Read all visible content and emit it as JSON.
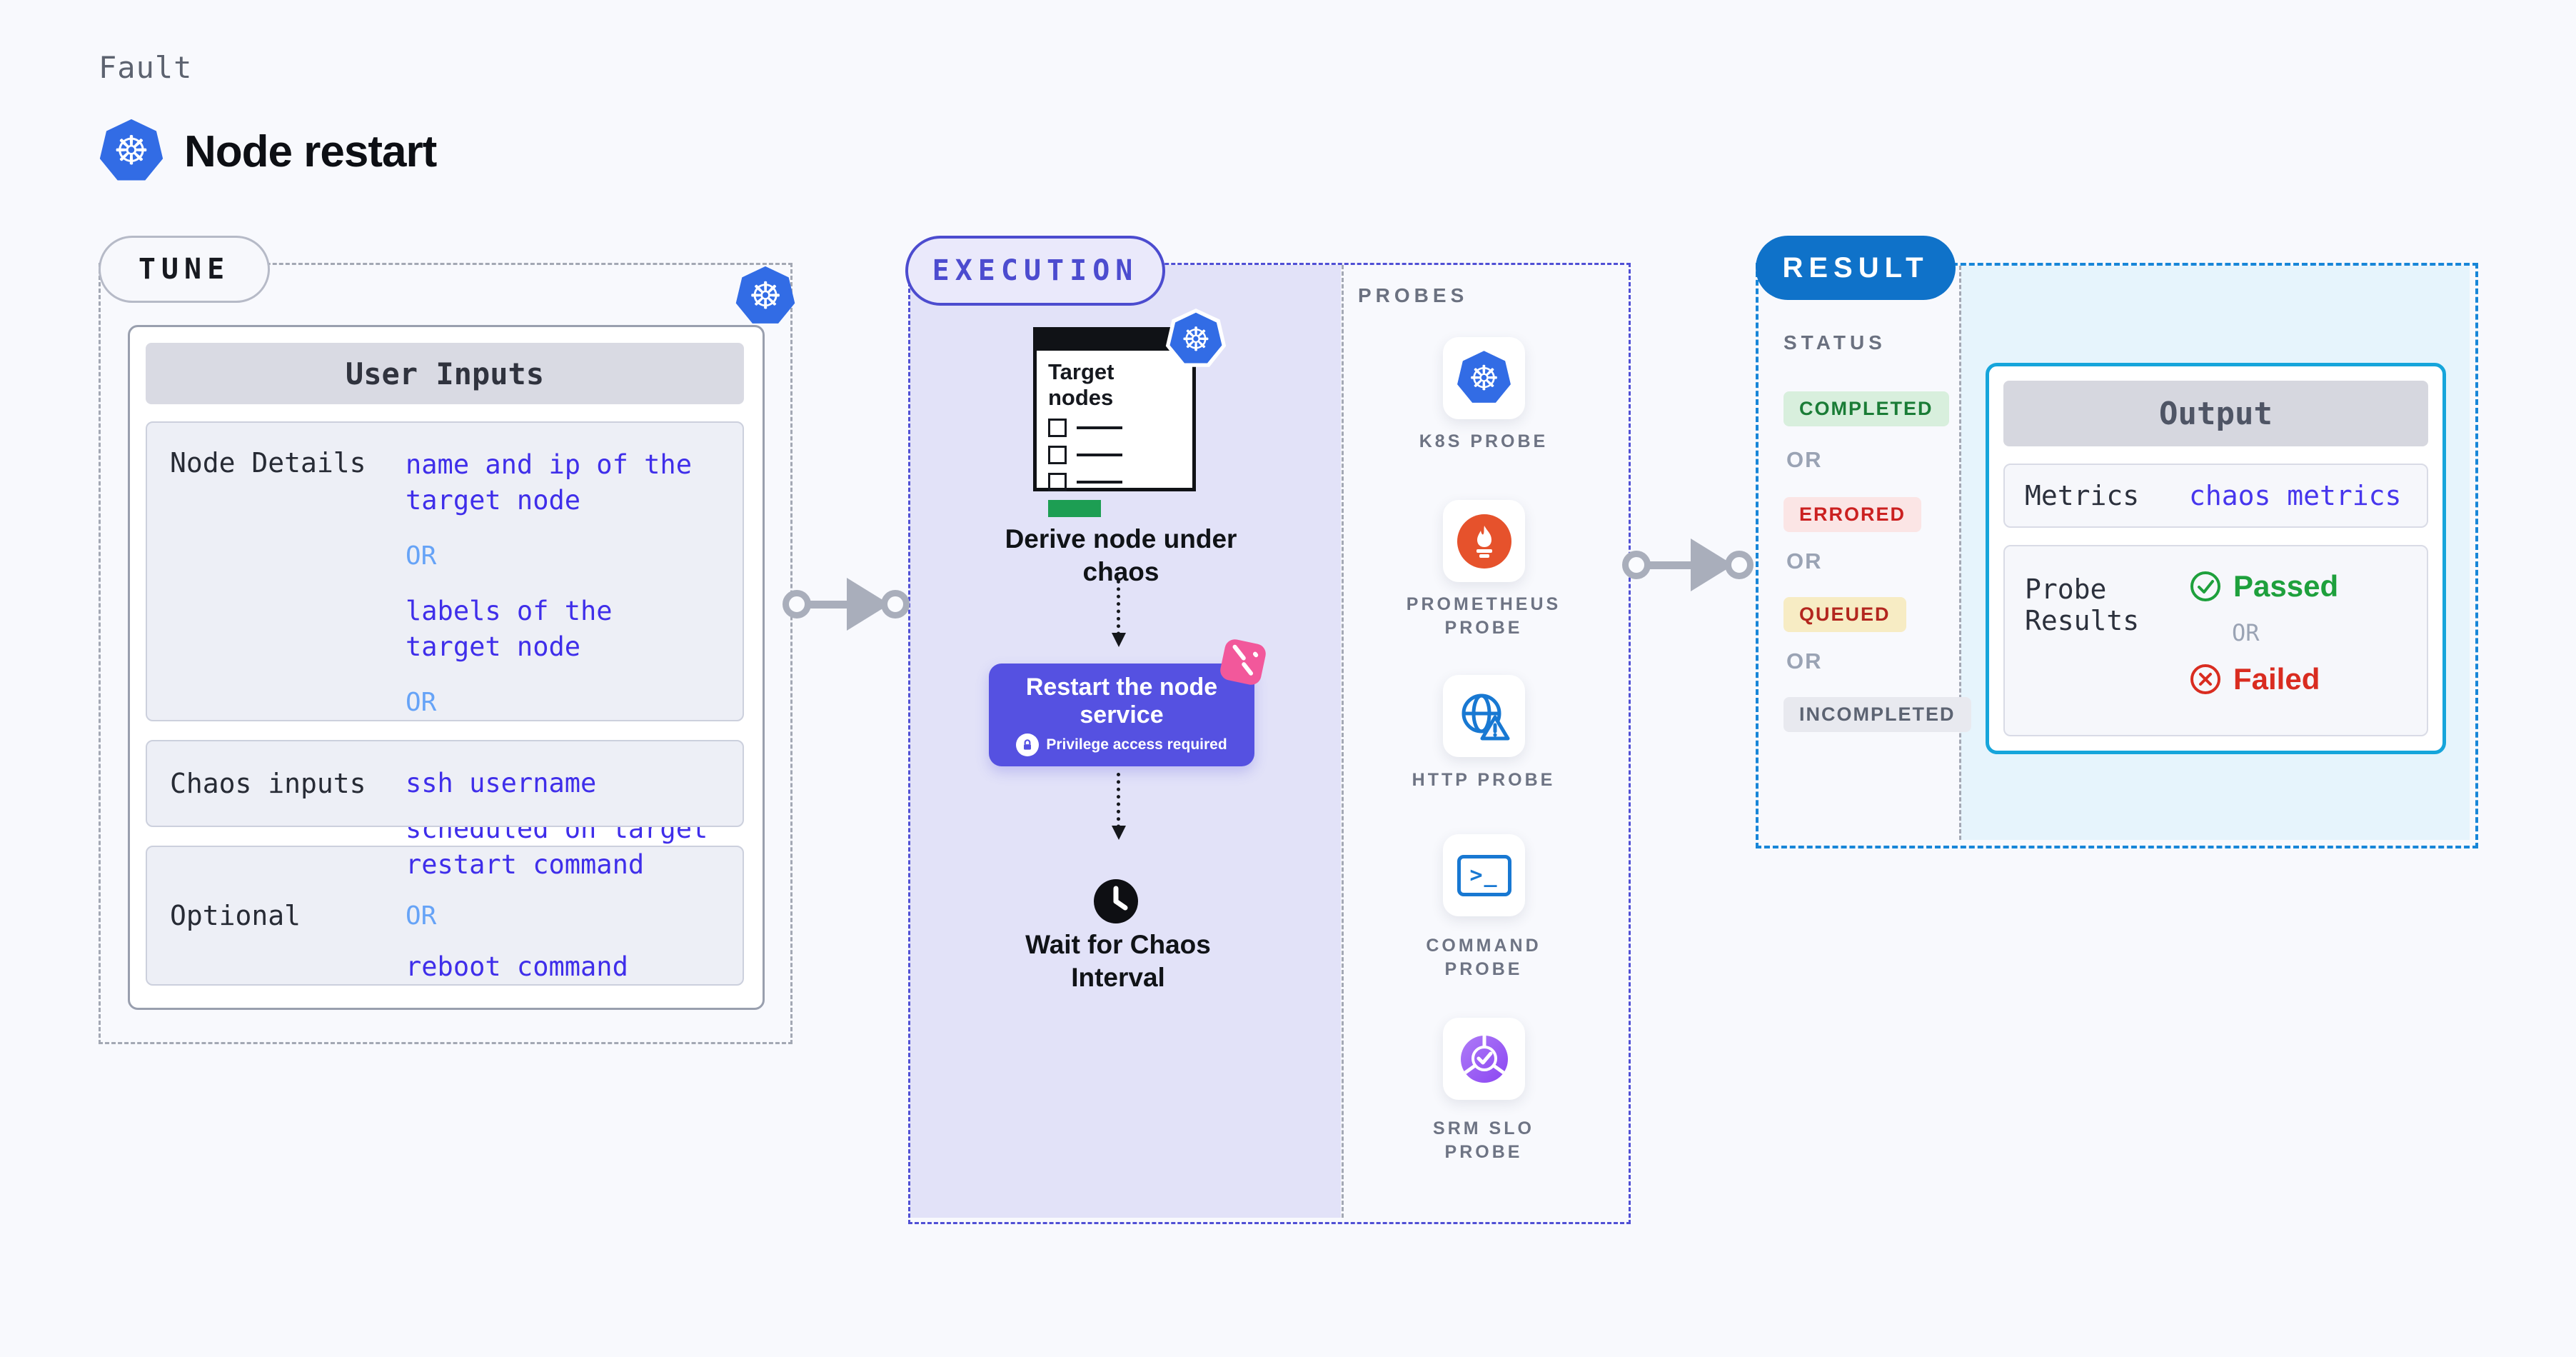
{
  "header": {
    "eyebrow": "Fault",
    "title": "Node restart"
  },
  "tune": {
    "pill": "TUNE",
    "table_header": "User Inputs",
    "rows": [
      {
        "label": "Node Details",
        "values": [
          "name and ip of the\ntarget node",
          "OR",
          "labels of the\ntarget node",
          "OR",
          "labels of the application\nscheduled on target node"
        ]
      },
      {
        "label": "Chaos inputs",
        "values": [
          "ssh username"
        ]
      },
      {
        "label": "Optional",
        "values": [
          "restart command",
          "OR",
          "reboot command"
        ]
      }
    ]
  },
  "execution": {
    "pill": "EXECUTION",
    "target_card_title": "Target nodes",
    "derive_caption": "Derive node under chaos",
    "action_title": "Restart the node service",
    "action_subtitle": "Privilege access required",
    "wait_caption": "Wait for Chaos Interval",
    "probes_title": "PROBES",
    "probes": [
      {
        "label": "K8S PROBE",
        "icon": "k8s-icon"
      },
      {
        "label": "PROMETHEUS\nPROBE",
        "icon": "prometheus-icon"
      },
      {
        "label": "HTTP PROBE",
        "icon": "http-probe-icon"
      },
      {
        "label": "COMMAND\nPROBE",
        "icon": "command-probe-icon"
      },
      {
        "label": "SRM SLO\nPROBE",
        "icon": "srm-slo-probe-icon"
      }
    ]
  },
  "result": {
    "pill": "RESULT",
    "status_title": "STATUS",
    "or_label": "OR",
    "statuses": [
      {
        "label": "COMPLETED"
      },
      {
        "label": "ERRORED"
      },
      {
        "label": "QUEUED"
      },
      {
        "label": "INCOMPLETED"
      }
    ],
    "output": {
      "header": "Output",
      "metrics_label": "Metrics",
      "metrics_value": "chaos metrics",
      "probe_results_label": "Probe Results",
      "passed": "Passed",
      "or_label": "OR",
      "failed": "Failed"
    }
  },
  "icons": {
    "k8s_wheel": "☸",
    "command_prompt": ">_"
  },
  "colors": {
    "page_bg": "#f8f9fd",
    "k8s_blue": "#326ce5",
    "value_blue": "#3f2eea",
    "or_blue": "#66a3f7",
    "execution_indigo": "#5050d5",
    "execution_fill": "#e2e2f8",
    "action_button": "#5551e1",
    "pink_badge": "#f2589b",
    "prometheus_orange": "#e6522c",
    "probe_blue": "#1878d2",
    "srm_purple": "#8b46f2",
    "result_blue": "#0f72c9",
    "result_dash": "#1886d8",
    "output_border": "#16a5db",
    "completed_green": "#1a7c36",
    "errored_red": "#cb2020",
    "queued_red": "#b3261e",
    "passed_green": "#1ea03c",
    "failed_red": "#d92c20",
    "target_green": "#1d9e53",
    "arrow_gray": "#a9aebb"
  }
}
